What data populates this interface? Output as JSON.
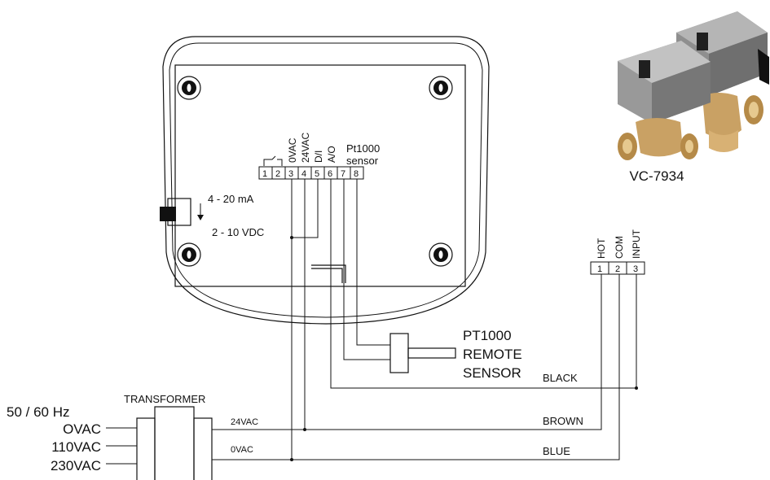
{
  "controller": {
    "dip_labels": {
      "ma": "4 - 20 mA",
      "vdc": "2 - 10 VDC"
    },
    "function_labels": [
      "0VAC",
      "24VAC",
      "D/I",
      "A/O"
    ],
    "sensor_label_1": "Pt1000",
    "sensor_label_2": "sensor",
    "terminals": [
      "1",
      "2",
      "3",
      "4",
      "5",
      "6",
      "7",
      "8"
    ]
  },
  "valve": {
    "model": "VC-7934",
    "terminal_labels": [
      "HOT",
      "COM",
      "INPUT"
    ],
    "terminals": [
      "1",
      "2",
      "3"
    ]
  },
  "remote_sensor": {
    "line1": "PT1000",
    "line2": "REMOTE",
    "line3": "SENSOR"
  },
  "transformer": {
    "title": "TRANSFORMER",
    "inputs": [
      "50 / 60 Hz",
      "OVAC",
      "110VAC",
      "230VAC"
    ],
    "outputs": [
      "24VAC",
      "0VAC"
    ]
  },
  "wires": {
    "black": "BLACK",
    "brown": "BROWN",
    "blue": "BLUE"
  }
}
